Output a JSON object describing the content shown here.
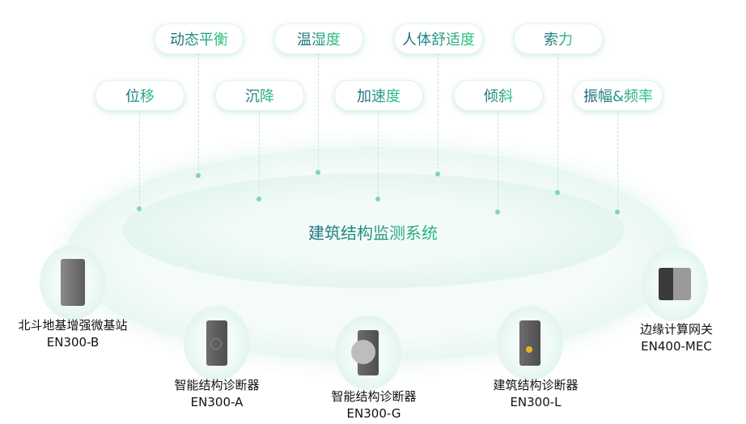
{
  "system_title": "建筑结构监测系统",
  "metrics_top": [
    "动态平衡",
    "温湿度",
    "人体舒适度",
    "索力"
  ],
  "metrics_bottom": [
    "位移",
    "沉降",
    "加速度",
    "倾斜",
    "振幅&频率"
  ],
  "devices": [
    {
      "name": "北斗地基增强微基站",
      "model": "EN300-B"
    },
    {
      "name": "智能结构诊断器",
      "model": "EN300-A"
    },
    {
      "name": "智能结构诊断器",
      "model": "EN300-G"
    },
    {
      "name": "建筑结构诊断器",
      "model": "EN300-L"
    },
    {
      "name": "边缘计算网关",
      "model": "EN400-MEC"
    }
  ]
}
